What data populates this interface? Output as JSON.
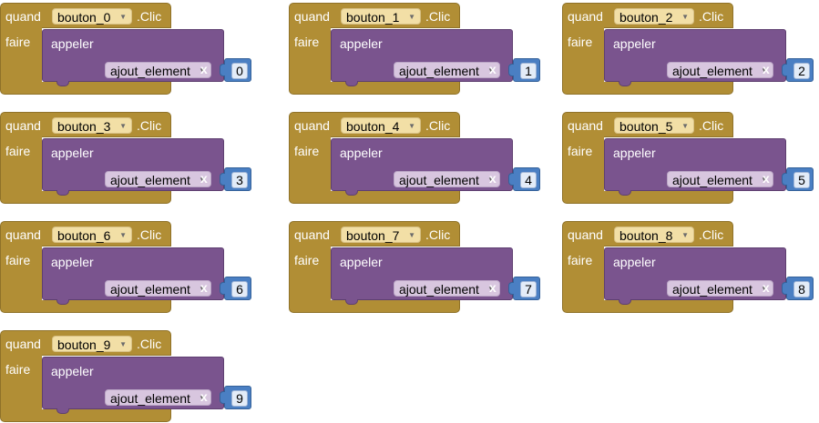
{
  "labels": {
    "quand": "quand",
    "faire": "faire",
    "clic": ".Clic",
    "appeler": "appeler",
    "param": "x"
  },
  "dropdown_arrow": "▼",
  "blocks": [
    {
      "component": "bouton_0",
      "procedure": "ajout_element",
      "value": "0"
    },
    {
      "component": "bouton_1",
      "procedure": "ajout_element",
      "value": "1"
    },
    {
      "component": "bouton_2",
      "procedure": "ajout_element",
      "value": "2"
    },
    {
      "component": "bouton_3",
      "procedure": "ajout_element",
      "value": "3"
    },
    {
      "component": "bouton_4",
      "procedure": "ajout_element",
      "value": "4"
    },
    {
      "component": "bouton_5",
      "procedure": "ajout_element",
      "value": "5"
    },
    {
      "component": "bouton_6",
      "procedure": "ajout_element",
      "value": "6"
    },
    {
      "component": "bouton_7",
      "procedure": "ajout_element",
      "value": "7"
    },
    {
      "component": "bouton_8",
      "procedure": "ajout_element",
      "value": "8"
    },
    {
      "component": "bouton_9",
      "procedure": "ajout_element",
      "value": "9"
    }
  ],
  "colors": {
    "event": "#b18e35",
    "procedure": "#7a548e",
    "math": "#4a7fc3"
  }
}
